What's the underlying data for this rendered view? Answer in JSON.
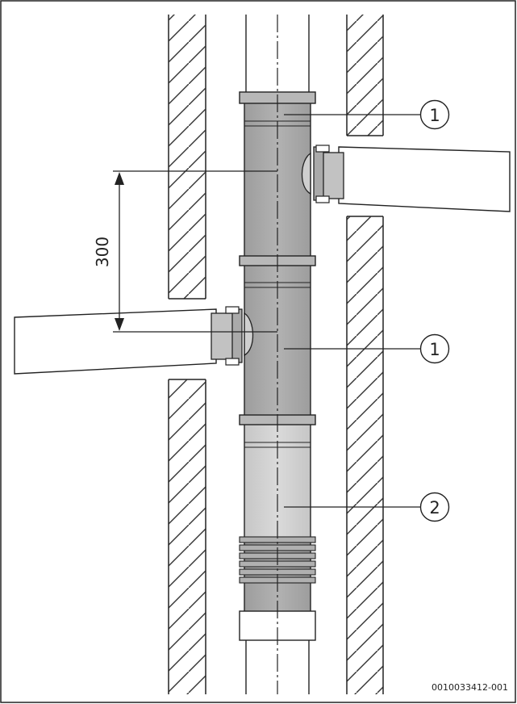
{
  "figure": {
    "dimension_label": "300",
    "callouts": [
      {
        "number": "1"
      },
      {
        "number": "1"
      },
      {
        "number": "2"
      }
    ],
    "figure_code": "0010033412-001"
  },
  "colors": {
    "pipe_dark": "#a7a7a7",
    "pipe_light": "#cfcfcf",
    "line": "#222222",
    "hatch": "#333333"
  }
}
